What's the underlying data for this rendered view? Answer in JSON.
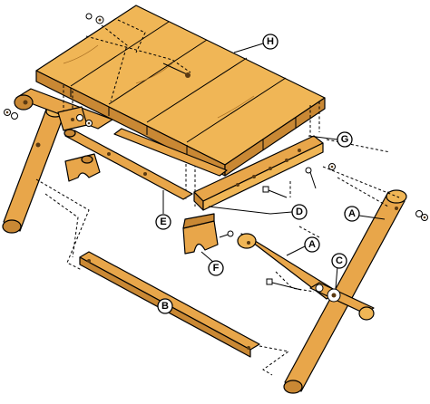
{
  "callouts": {
    "a": "A",
    "b": "B",
    "c": "C",
    "d": "D",
    "e": "E",
    "f": "F",
    "g": "G",
    "h": "H"
  },
  "colors": {
    "wood": "#e8a64a",
    "wood_dark": "#c98834",
    "outline": "#000000"
  }
}
